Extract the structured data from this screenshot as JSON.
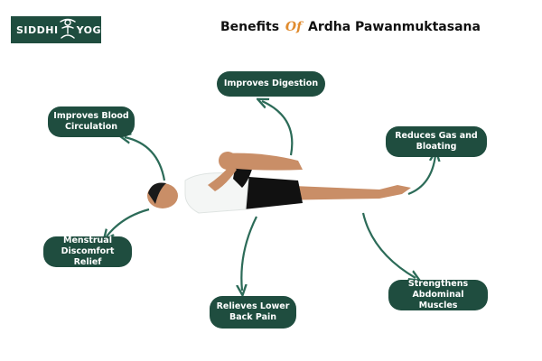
{
  "brand": {
    "left": "SIDDHI",
    "right": "YOGA"
  },
  "title": {
    "pre": "Benefits",
    "of": "Of",
    "post": "Ardha Pawanmuktasana"
  },
  "benefits": {
    "digestion": "Improves Digestion",
    "circulation": "Improves Blood Circulation",
    "gas": "Reduces Gas and Bloating",
    "menstrual": "Menstrual Discomfort Relief",
    "back": "Relieves Lower Back Pain",
    "abdominal": "Strengthens Abdominal Muscles"
  },
  "colors": {
    "pill": "#1f4d3f",
    "arrow": "#2c6b58",
    "accent": "#e08b2e"
  }
}
